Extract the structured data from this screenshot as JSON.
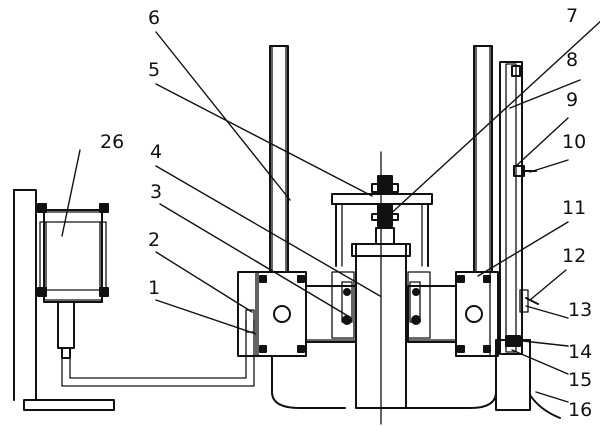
{
  "callouts": {
    "c1": "1",
    "c2": "2",
    "c3": "3",
    "c4": "4",
    "c5": "5",
    "c6": "6",
    "c7": "7",
    "c8": "8",
    "c9": "9",
    "c10": "10",
    "c11": "11",
    "c12": "12",
    "c13": "13",
    "c14": "14",
    "c15": "15",
    "c16": "16",
    "c26": "26"
  },
  "colors": {
    "ink": "#111111",
    "paper": "#ffffff"
  }
}
